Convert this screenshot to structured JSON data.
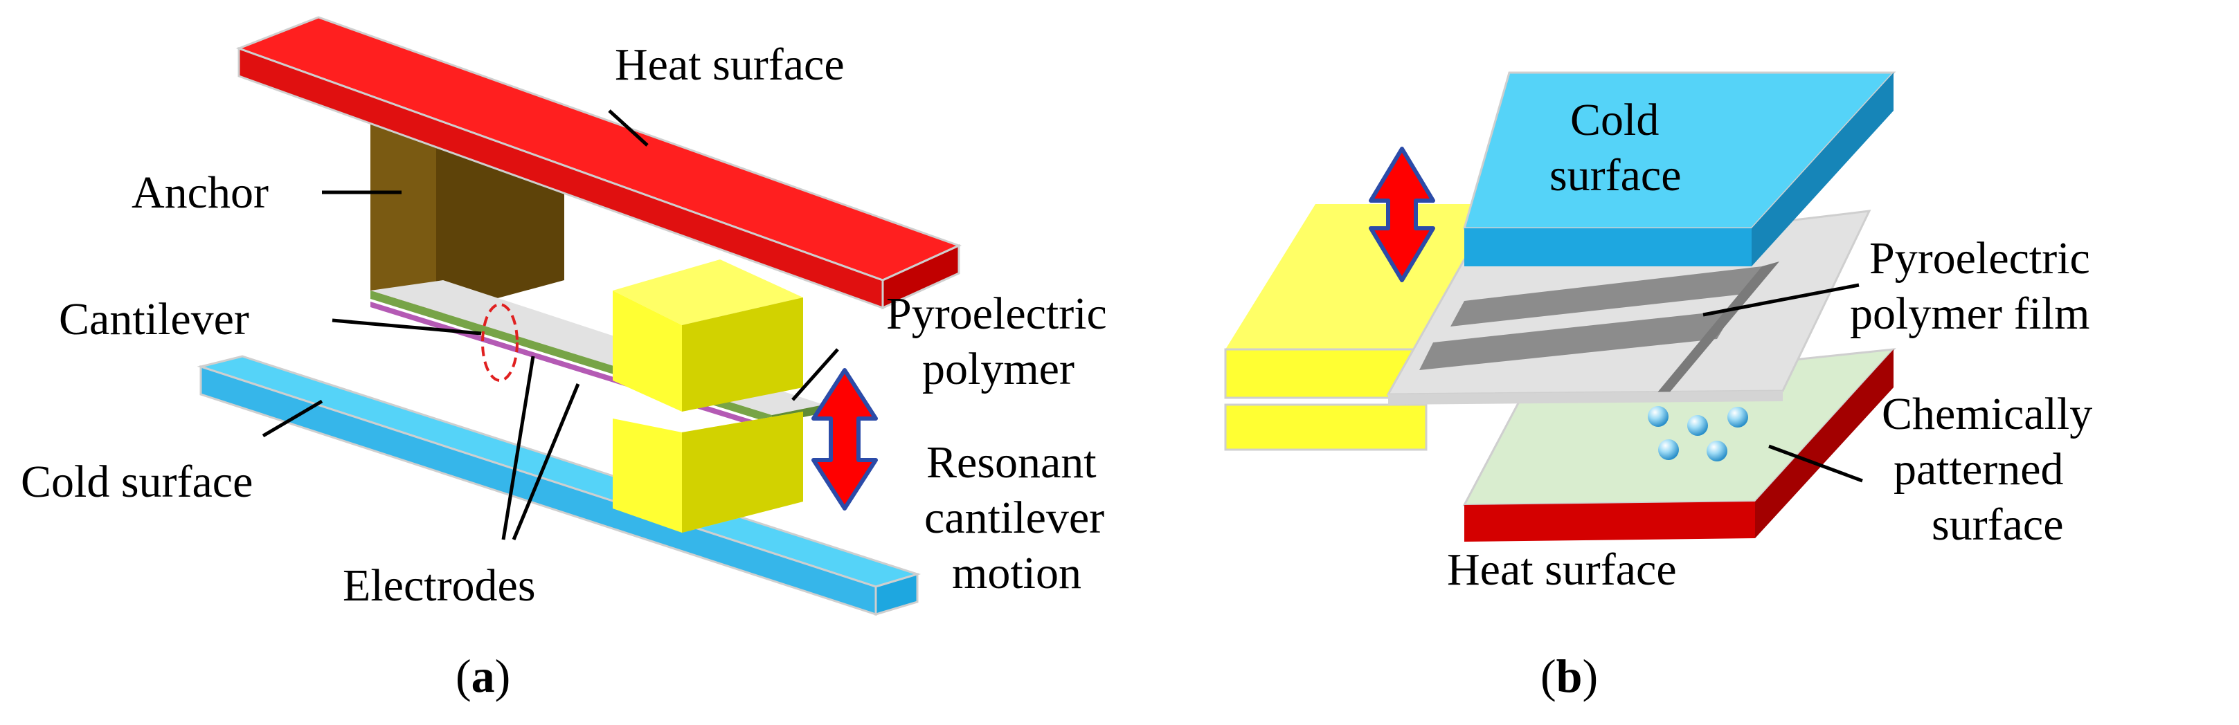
{
  "panel_a": {
    "caption_letter": "a",
    "labels": {
      "heat_surface": "Heat surface",
      "anchor": "Anchor",
      "cantilever": "Cantilever",
      "cold_surface": "Cold surface",
      "electrodes": "Electrodes",
      "pyroelectric_line1": "Pyroelectric",
      "pyroelectric_line2": "polymer",
      "motion_line1": "Resonant",
      "motion_line2": "cantilever",
      "motion_line3": "motion"
    }
  },
  "panel_b": {
    "caption_letter": "b",
    "labels": {
      "cold_line1": "Cold",
      "cold_line2": "surface",
      "film_line1": "Pyroelectric",
      "film_line2": "polymer film",
      "chem_line1": "Chemically",
      "chem_line2": "patterned",
      "chem_line3": "surface",
      "heat_surface": "Heat surface"
    }
  },
  "colors": {
    "heat": "#ff1f1f",
    "heat_dark": "#c10000",
    "cold": "#55d3f8",
    "cold_dark": "#1ea7e0",
    "yellow": "#ffff33",
    "yellow_dark": "#d2d200",
    "anchor_front": "#7a5a12",
    "anchor_side": "#5e4309",
    "film": "#e2e2e2",
    "electrode": "#8c8c8c",
    "cantilever_green": "#77a447",
    "arrow_red": "#ff0000",
    "arrow_outline": "#2b4ba8",
    "chem_green": "#d9edcf"
  }
}
